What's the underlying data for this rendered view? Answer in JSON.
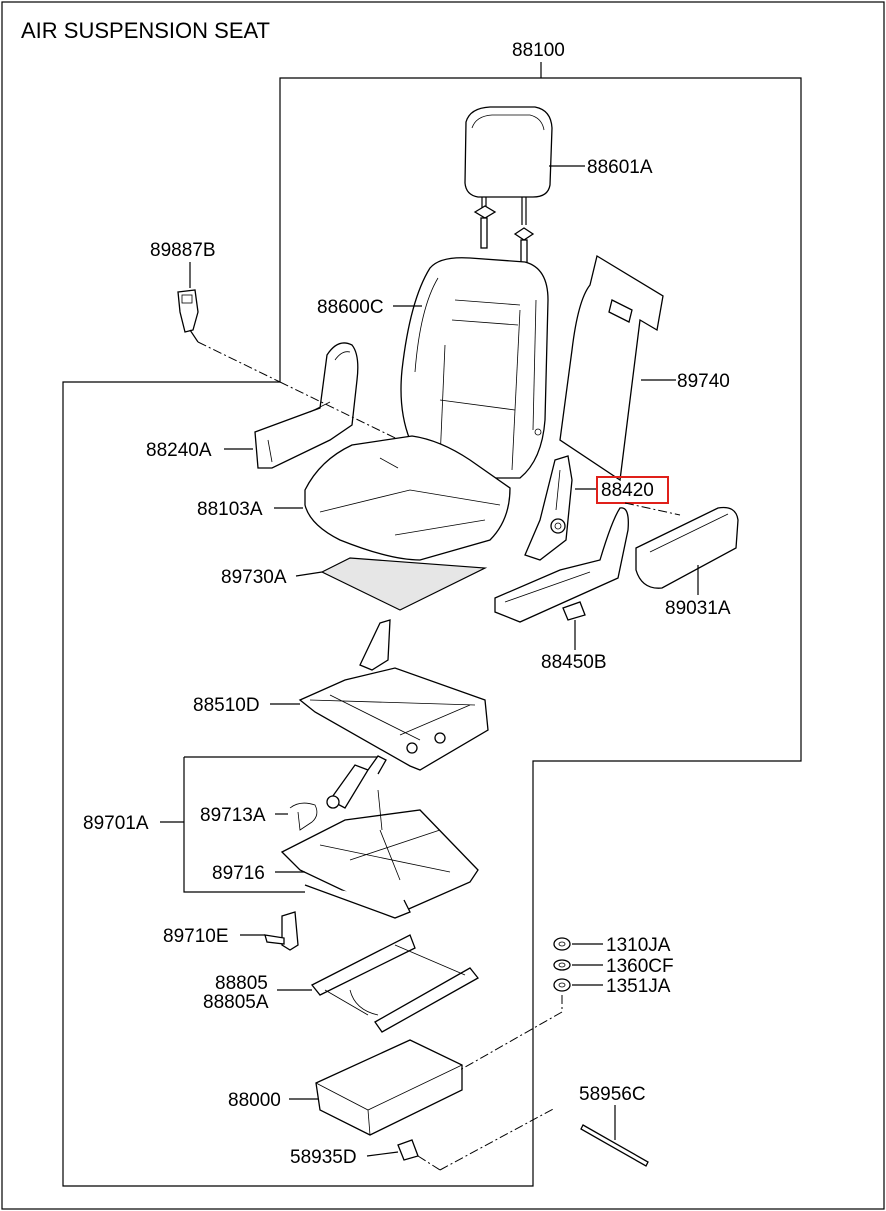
{
  "title": "AIR SUSPENSION SEAT",
  "highlight_color": "#e0201a",
  "labels": {
    "p88100": "88100",
    "p88601A": "88601A",
    "p89887B": "89887B",
    "p88600C": "88600C",
    "p89740": "89740",
    "p88240A": "88240A",
    "p88420": "88420",
    "p88103A": "88103A",
    "p89730A": "89730A",
    "p89031A": "89031A",
    "p88450B": "88450B",
    "p88510D": "88510D",
    "p89701A": "89701A",
    "p89713A": "89713A",
    "p89716": "89716",
    "p89710E": "89710E",
    "p1310JA": "1310JA",
    "p1360CF": "1360CF",
    "p1351JA": "1351JA",
    "p88805": "88805",
    "p88805A": "88805A",
    "p88000": "88000",
    "p58956C": "58956C",
    "p58935D": "58935D"
  }
}
